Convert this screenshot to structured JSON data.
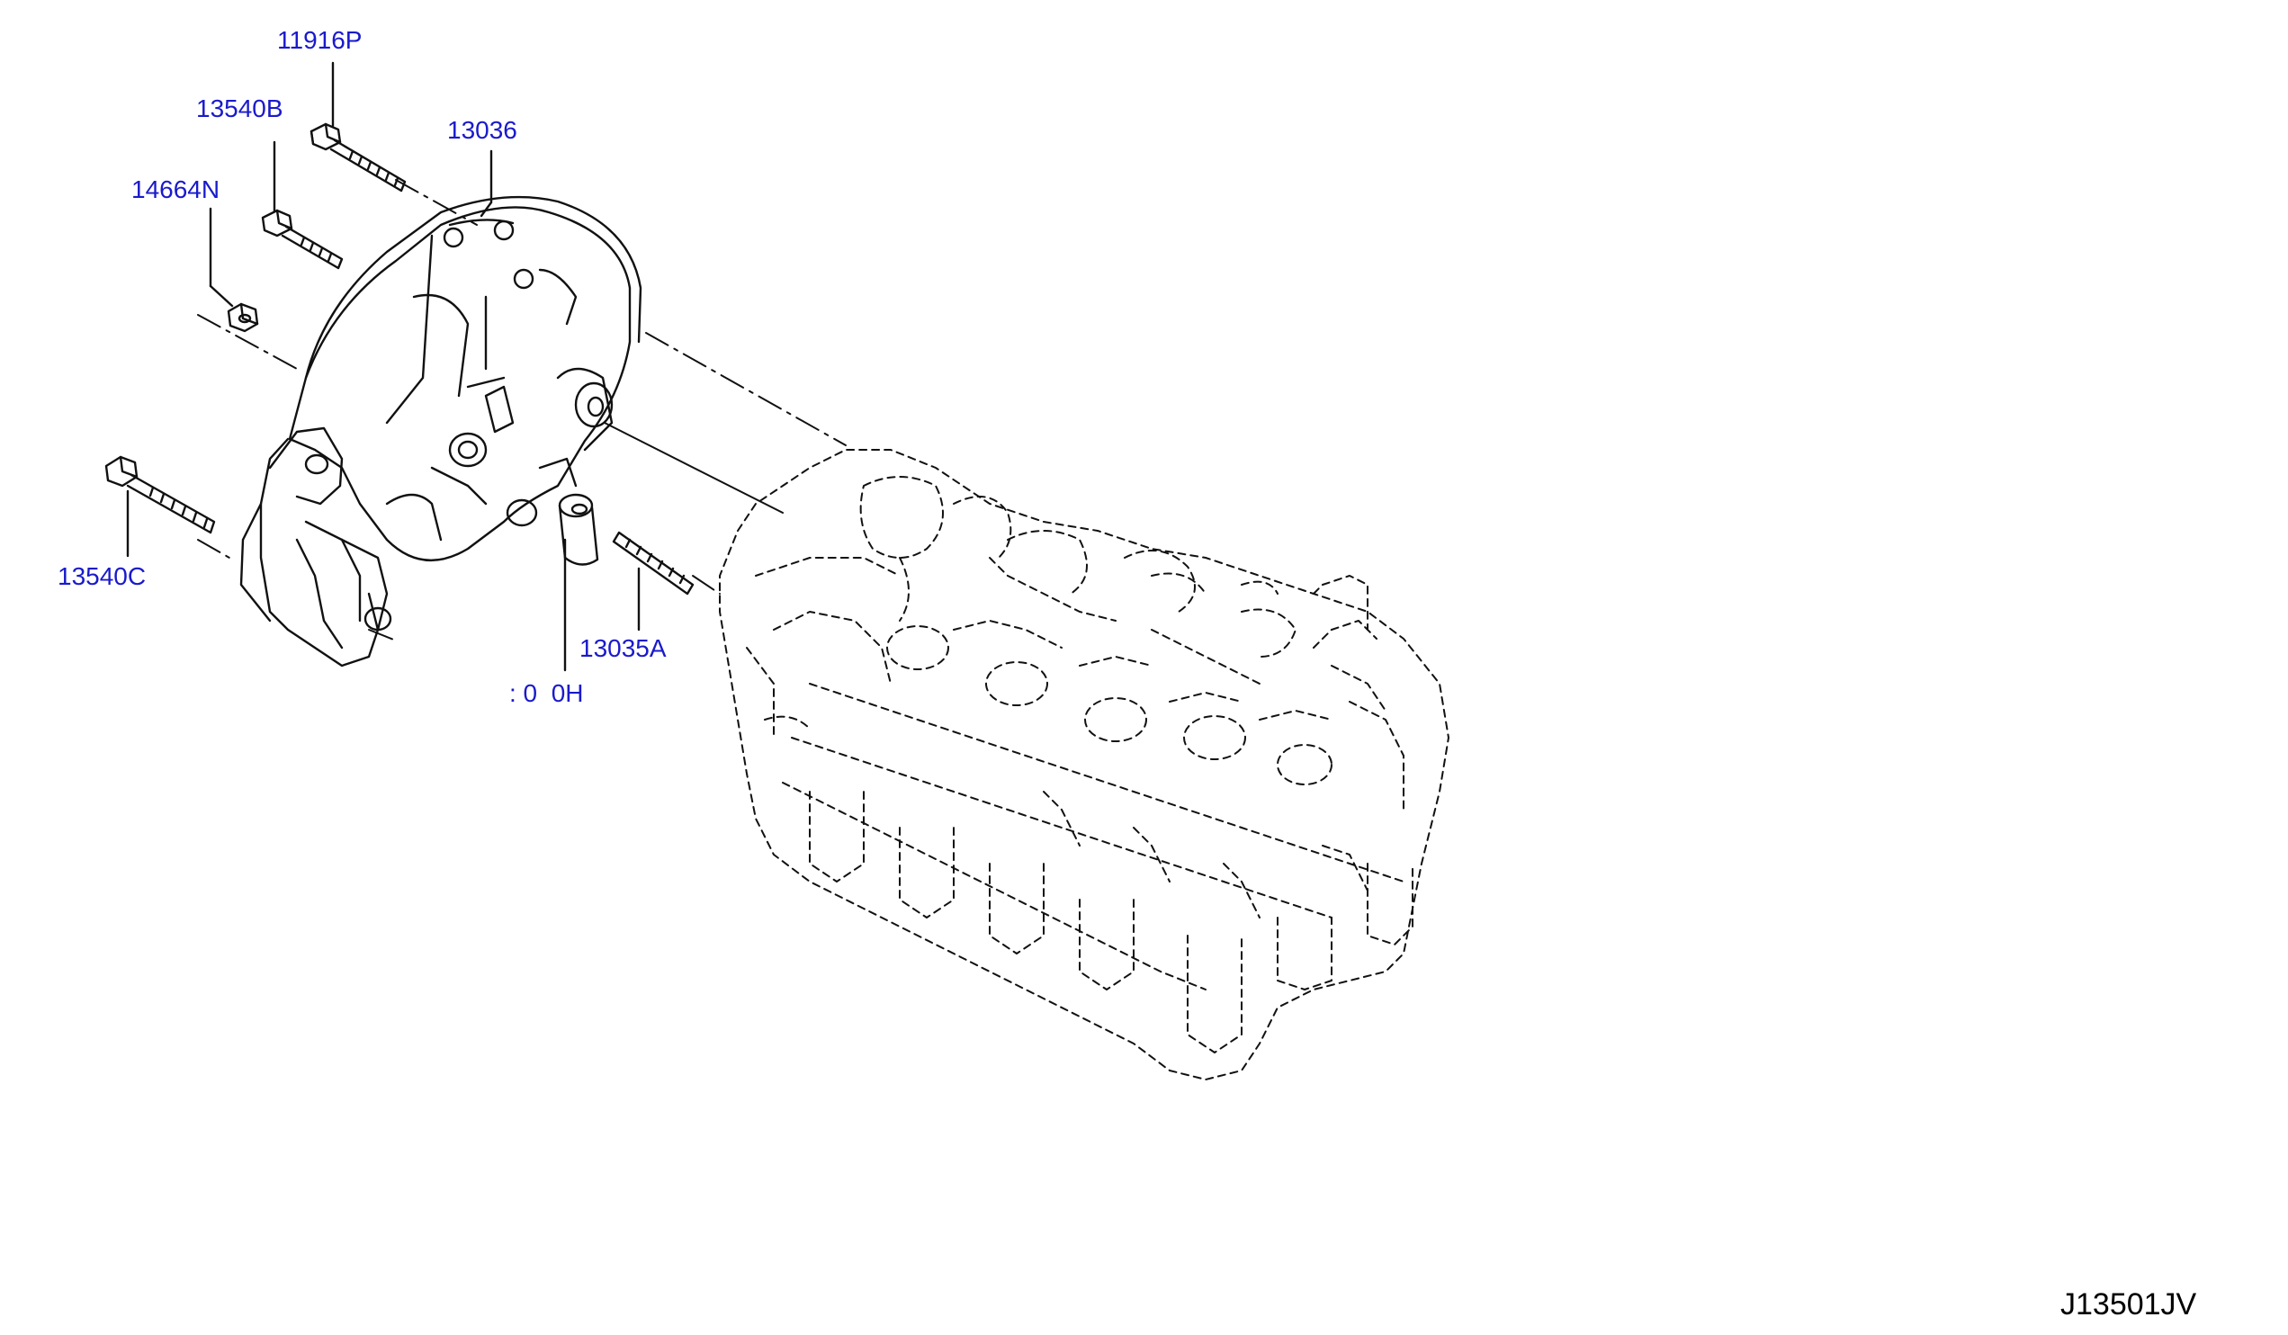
{
  "colors": {
    "label": "#1a1acc",
    "line": "#111111",
    "diagram_id": "#000000"
  },
  "labels": {
    "bolt_11916p": "11916P",
    "bolt_13540b": "13540B",
    "cover_13036": "13036",
    "nut_14664n": "14664N",
    "bolt_13540c": "13540C",
    "stud_13035a": "13035A",
    "pin_partial": ": 0  0H"
  },
  "diagram_id": "J13501JV"
}
